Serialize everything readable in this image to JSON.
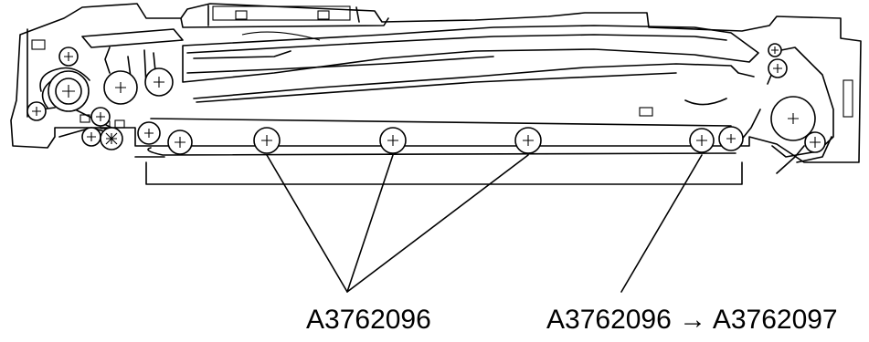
{
  "labels": {
    "left_part_number": "A3762096",
    "right_part_change": "A3762096 → A3762097"
  },
  "colors": {
    "line": "#000000",
    "background": "#ffffff"
  },
  "icons": {
    "roller_symbol": "circled-plus"
  }
}
